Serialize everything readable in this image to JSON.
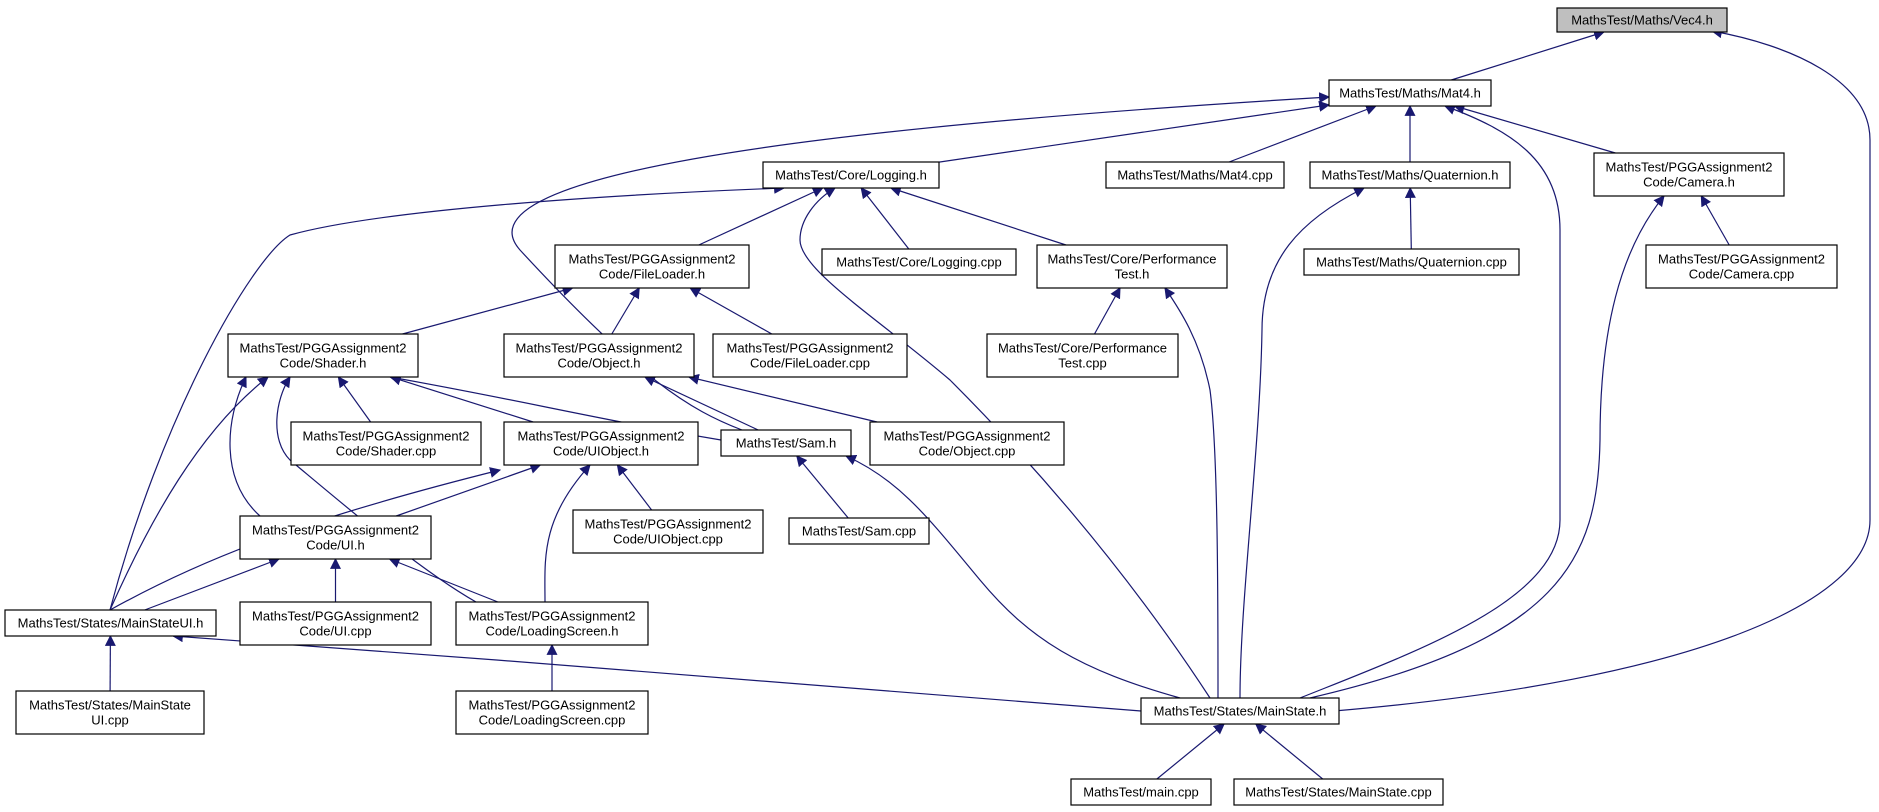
{
  "graph": {
    "node_fill": "#ffffff",
    "highlight_fill": "#bfbfbf",
    "edge_color": "#191970",
    "nodes": [
      {
        "id": "vec4",
        "lines": [
          "MathsTest/Maths/Vec4.h"
        ],
        "highlight": true
      },
      {
        "id": "mat4",
        "lines": [
          "MathsTest/Maths/Mat4.h"
        ]
      },
      {
        "id": "logging",
        "lines": [
          "MathsTest/Core/Logging.h"
        ]
      },
      {
        "id": "mat4cpp",
        "lines": [
          "MathsTest/Maths/Mat4.cpp"
        ]
      },
      {
        "id": "quat",
        "lines": [
          "MathsTest/Maths/Quaternion.h"
        ]
      },
      {
        "id": "camera",
        "lines": [
          "MathsTest/PGGAssignment2",
          "Code/Camera.h"
        ]
      },
      {
        "id": "fileloader",
        "lines": [
          "MathsTest/PGGAssignment2",
          "Code/FileLoader.h"
        ]
      },
      {
        "id": "loggingcpp",
        "lines": [
          "MathsTest/Core/Logging.cpp"
        ]
      },
      {
        "id": "perftest",
        "lines": [
          "MathsTest/Core/Performance",
          "Test.h"
        ]
      },
      {
        "id": "quatcpp",
        "lines": [
          "MathsTest/Maths/Quaternion.cpp"
        ]
      },
      {
        "id": "cameracpp",
        "lines": [
          "MathsTest/PGGAssignment2",
          "Code/Camera.cpp"
        ]
      },
      {
        "id": "shader",
        "lines": [
          "MathsTest/PGGAssignment2",
          "Code/Shader.h"
        ]
      },
      {
        "id": "object",
        "lines": [
          "MathsTest/PGGAssignment2",
          "Code/Object.h"
        ]
      },
      {
        "id": "fileloadercpp",
        "lines": [
          "MathsTest/PGGAssignment2",
          "Code/FileLoader.cpp"
        ]
      },
      {
        "id": "perftestcpp",
        "lines": [
          "MathsTest/Core/Performance",
          "Test.cpp"
        ]
      },
      {
        "id": "shadercpp",
        "lines": [
          "MathsTest/PGGAssignment2",
          "Code/Shader.cpp"
        ]
      },
      {
        "id": "uiobject",
        "lines": [
          "MathsTest/PGGAssignment2",
          "Code/UIObject.h"
        ]
      },
      {
        "id": "sam",
        "lines": [
          "MathsTest/Sam.h"
        ]
      },
      {
        "id": "objectcpp",
        "lines": [
          "MathsTest/PGGAssignment2",
          "Code/Object.cpp"
        ]
      },
      {
        "id": "ui",
        "lines": [
          "MathsTest/PGGAssignment2",
          "Code/UI.h"
        ]
      },
      {
        "id": "uiobjectcpp",
        "lines": [
          "MathsTest/PGGAssignment2",
          "Code/UIObject.cpp"
        ]
      },
      {
        "id": "samcpp",
        "lines": [
          "MathsTest/Sam.cpp"
        ]
      },
      {
        "id": "mainstateui",
        "lines": [
          "MathsTest/States/MainStateUI.h"
        ]
      },
      {
        "id": "uicpp",
        "lines": [
          "MathsTest/PGGAssignment2",
          "Code/UI.cpp"
        ]
      },
      {
        "id": "loadingscreen",
        "lines": [
          "MathsTest/PGGAssignment2",
          "Code/LoadingScreen.h"
        ]
      },
      {
        "id": "mainstateuicpp",
        "lines": [
          "MathsTest/States/MainState",
          "UI.cpp"
        ]
      },
      {
        "id": "loadingscreencpp",
        "lines": [
          "MathsTest/PGGAssignment2",
          "Code/LoadingScreen.cpp"
        ]
      },
      {
        "id": "mainstate",
        "lines": [
          "MathsTest/States/MainState.h"
        ]
      },
      {
        "id": "maincpp",
        "lines": [
          "MathsTest/main.cpp"
        ]
      },
      {
        "id": "mainstatecpp",
        "lines": [
          "MathsTest/States/MainState.cpp"
        ]
      }
    ],
    "edges": [
      {
        "from": "mat4",
        "to": "vec4"
      },
      {
        "from": "mainstate",
        "to": "vec4"
      },
      {
        "from": "logging",
        "to": "mat4"
      },
      {
        "from": "mat4cpp",
        "to": "mat4"
      },
      {
        "from": "quat",
        "to": "mat4"
      },
      {
        "from": "camera",
        "to": "mat4"
      },
      {
        "from": "sam",
        "to": "mat4"
      },
      {
        "from": "mainstate",
        "to": "mat4"
      },
      {
        "from": "fileloader",
        "to": "logging"
      },
      {
        "from": "loggingcpp",
        "to": "logging"
      },
      {
        "from": "perftest",
        "to": "logging"
      },
      {
        "from": "mainstateui",
        "to": "logging"
      },
      {
        "from": "mainstate",
        "to": "logging"
      },
      {
        "from": "quatcpp",
        "to": "quat"
      },
      {
        "from": "mainstate",
        "to": "quat"
      },
      {
        "from": "cameracpp",
        "to": "camera"
      },
      {
        "from": "mainstate",
        "to": "camera"
      },
      {
        "from": "shader",
        "to": "fileloader"
      },
      {
        "from": "object",
        "to": "fileloader"
      },
      {
        "from": "fileloadercpp",
        "to": "fileloader"
      },
      {
        "from": "perftestcpp",
        "to": "perftest"
      },
      {
        "from": "mainstate",
        "to": "perftest"
      },
      {
        "from": "shadercpp",
        "to": "shader"
      },
      {
        "from": "uiobject",
        "to": "shader"
      },
      {
        "from": "sam",
        "to": "shader"
      },
      {
        "from": "ui",
        "to": "shader"
      },
      {
        "from": "mainstateui",
        "to": "shader"
      },
      {
        "from": "loadingscreen",
        "to": "shader"
      },
      {
        "from": "sam",
        "to": "object"
      },
      {
        "from": "objectcpp",
        "to": "object"
      },
      {
        "from": "ui",
        "to": "uiobject"
      },
      {
        "from": "uiobjectcpp",
        "to": "uiobject"
      },
      {
        "from": "mainstateui",
        "to": "uiobject"
      },
      {
        "from": "loadingscreen",
        "to": "uiobject"
      },
      {
        "from": "samcpp",
        "to": "sam"
      },
      {
        "from": "mainstate",
        "to": "sam"
      },
      {
        "from": "mainstateui",
        "to": "ui"
      },
      {
        "from": "uicpp",
        "to": "ui"
      },
      {
        "from": "loadingscreen",
        "to": "ui"
      },
      {
        "from": "mainstateuicpp",
        "to": "mainstateui"
      },
      {
        "from": "mainstate",
        "to": "mainstateui"
      },
      {
        "from": "loadingscreencpp",
        "to": "loadingscreen"
      },
      {
        "from": "maincpp",
        "to": "mainstate"
      },
      {
        "from": "mainstatecpp",
        "to": "mainstate"
      }
    ]
  }
}
